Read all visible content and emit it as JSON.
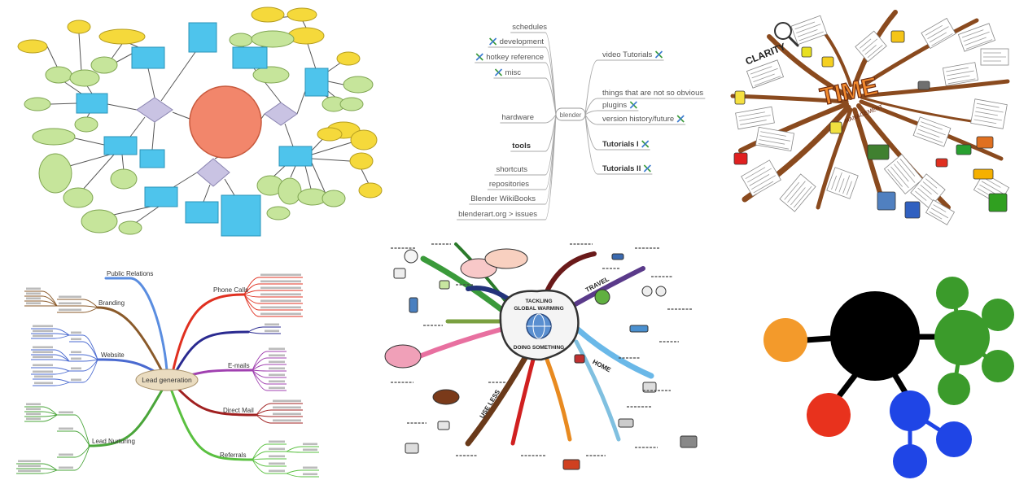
{
  "collage": {
    "blender_map": {
      "center": "blender",
      "left_items": [
        "schedules",
        "development",
        "hotkey reference",
        "misc",
        "hardware",
        "tools",
        "shortcuts",
        "repositories",
        "Blender WikiBooks",
        "blenderart.org > issues"
      ],
      "right_items": [
        "video Tutorials",
        "things that are not so obvious",
        "plugins",
        "version history/future",
        "Tutorials I",
        "Tutorials II"
      ],
      "item_icon": "link-icon"
    },
    "time_management": {
      "title": "TIME",
      "subtitle": "MANAGEMENT",
      "branch_label": "CLARITY",
      "icon": "magnifier-icon"
    },
    "lead_generation": {
      "center": "Lead generation",
      "branches": [
        "Public Relations",
        "Branding",
        "Website",
        "Lead Nurturing",
        "Phone Calls",
        "E-mails",
        "Direct Mail",
        "Referrals"
      ]
    },
    "global_warming": {
      "center_line1": "TACKLING",
      "center_line2": "GLOBAL WARMING",
      "caption": "DOING SOMETHING",
      "branches": [
        "TRAVEL",
        "HOME",
        "USE LESS"
      ],
      "icon": "globe-icon"
    }
  },
  "colors": {
    "concept_center": "#f2866b",
    "concept_box": "#4ec4ec",
    "concept_diamond": "#c9c3e3",
    "concept_yellow": "#f5d93b",
    "concept_green": "#c6e59b",
    "time_title": "#f28a2e",
    "time_branch": "#8a4a1e",
    "circle_black": "#000000",
    "circle_orange": "#f39a2b",
    "circle_red": "#e8321d",
    "circle_blue": "#1f45e6",
    "circle_green": "#3b9b2b"
  }
}
